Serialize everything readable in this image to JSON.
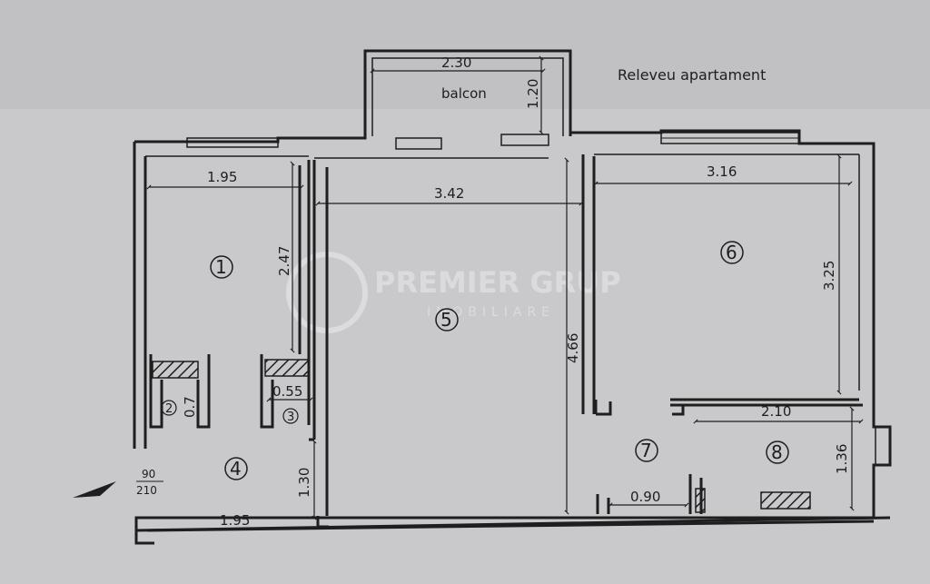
{
  "title": "Releveu apartament",
  "balcony_label": "balcon",
  "watermark": {
    "line1": "PREMIER GRUP",
    "line2": "IMOBILIARE"
  },
  "rooms": [
    "1",
    "2",
    "3",
    "4",
    "5",
    "6",
    "7",
    "8"
  ],
  "dimensions": {
    "balcony_width": "2.30",
    "balcony_depth": "1.20",
    "room1_width": "1.95",
    "room1_length": "2.47",
    "room5_width": "3.42",
    "room5_length": "4.66",
    "room6_width": "3.16",
    "room6_length": "3.25",
    "room2_width": "0.7",
    "room3_width": "0.55",
    "hall_length": "1.30",
    "hall_width": "1.95",
    "room8_width": "2.10",
    "room8_length": "1.36",
    "door_width": "0.90"
  },
  "door_note": {
    "top": "90",
    "bottom": "210"
  }
}
